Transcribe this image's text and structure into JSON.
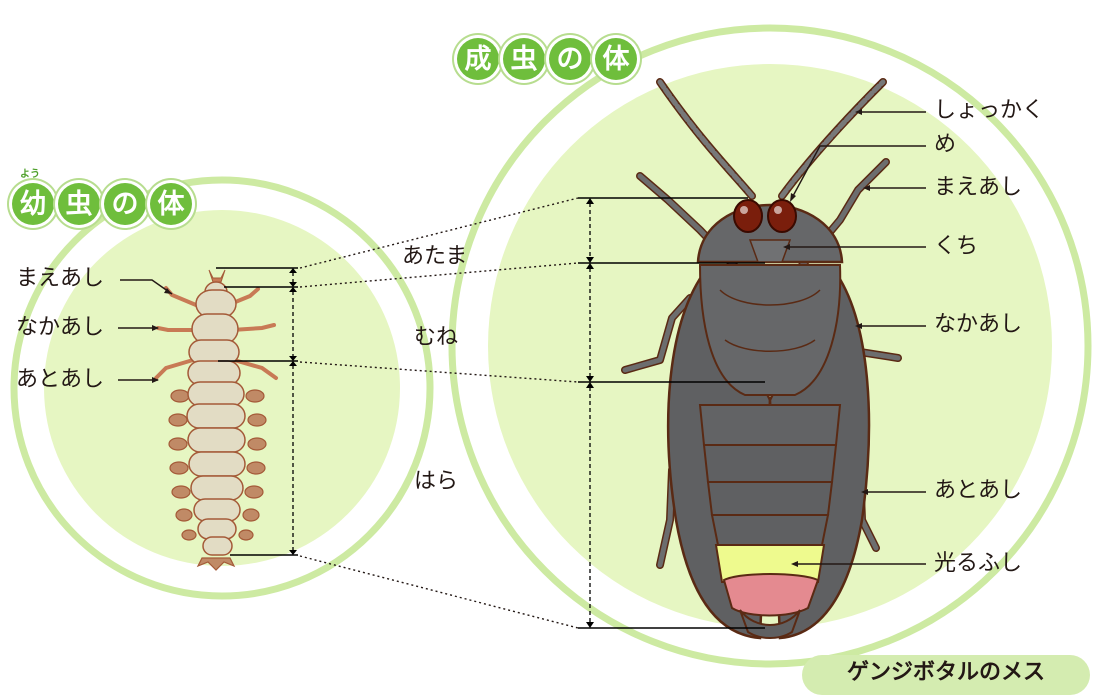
{
  "larva": {
    "title_chars": [
      "幼",
      "虫",
      "の",
      "体"
    ],
    "title_ruby": "よう",
    "labels": {
      "front_leg": "まえあし",
      "mid_leg": "なかあし",
      "hind_leg": "あとあし"
    }
  },
  "adult": {
    "title_chars": [
      "成",
      "虫",
      "の",
      "体"
    ],
    "labels": {
      "antenna": "しょっかく",
      "eye": "め",
      "front_leg": "まえあし",
      "mouth": "くち",
      "mid_leg": "なかあし",
      "hind_leg": "あとあし",
      "light_segment": "光るふし"
    },
    "caption": "ゲンジボタルのメス"
  },
  "sections": {
    "head": "あたま",
    "thorax": "むね",
    "abdomen": "はら"
  },
  "colors": {
    "circle_fill": "#e6f6c2",
    "circle_ring": "#c8e89a",
    "title_bubble": "#6fbe3c",
    "adult_body": "#5f6062",
    "adult_outline": "#5a2a14",
    "eye": "#7a1e0c",
    "light_segment": "#eefa8e",
    "light_tip": "#e48a90",
    "larva_body": "#e2dcc4",
    "larva_outline": "#a45a38",
    "larva_leg": "#c87a55"
  }
}
